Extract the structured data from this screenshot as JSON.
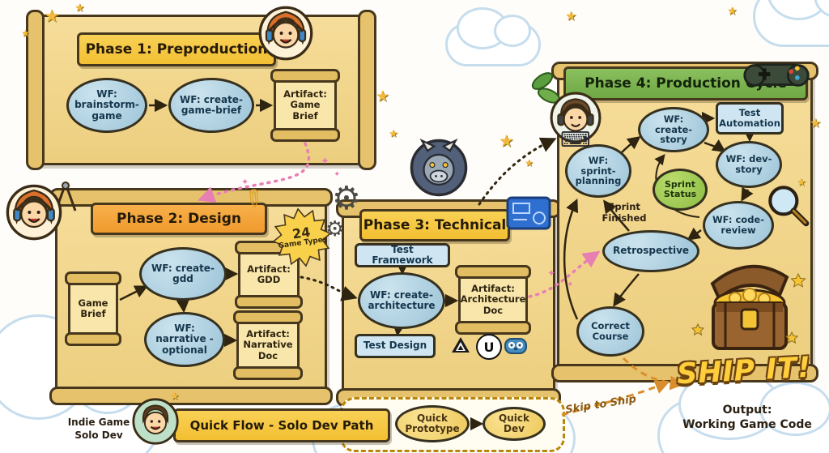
{
  "icons": {
    "star": "★",
    "sparkle": "✦",
    "gear": "⚙",
    "pencil": "✏",
    "keyboard": "⌨",
    "unreal_logo_letter": "U"
  },
  "colors": {
    "parchment": "#f0d189",
    "banner_yellow": "#f6c844",
    "banner_orange": "#f5a43b",
    "banner_green": "#7cb350",
    "node_blue": "#aed3e3",
    "node_green": "#9ccb57",
    "arrow_pink": "#e87fb4",
    "arrow_orange": "#d98e2b",
    "outline": "#46371d"
  },
  "phases": {
    "phase1": {
      "title": "Phase 1: Preproduction",
      "nodes": {
        "brainstorm": "WF: brainstorm-game",
        "create_brief": "WF: create-game-brief",
        "artifact_brief": "Artifact: Game Brief"
      }
    },
    "phase2": {
      "title": "Phase 2: Design",
      "badge_number": "24",
      "badge_label": "Game Types",
      "nodes": {
        "game_brief": "Game Brief",
        "create_gdd": "WF: create-gdd",
        "narrative": "WF: narrative - optional",
        "artifact_gdd": "Artifact: GDD",
        "artifact_narrative": "Artifact: Narrative Doc"
      }
    },
    "phase3": {
      "title": "Phase 3: Technical",
      "nodes": {
        "test_framework": "Test Framework",
        "create_architecture": "WF: create-architecture",
        "artifact_architecture": "Artifact: Architecture Doc",
        "test_design": "Test Design"
      }
    },
    "phase4": {
      "title": "Phase 4: Production Cycle",
      "nodes": {
        "sprint_planning": "WF: sprint-planning",
        "create_story": "WF: create-story",
        "test_automation": "Test Automation",
        "dev_story": "WF: dev-story",
        "sprint_status": "Sprint Status",
        "code_review": "WF: code-review",
        "retrospective": "Retrospective",
        "correct_course": "Correct Course"
      },
      "labels": {
        "sprint_finished": "Sprint Finished"
      }
    }
  },
  "ship": {
    "headline": "SHIP IT!",
    "output_line1": "Output:",
    "output_line2": "Working Game Code"
  },
  "quick_flow": {
    "solo_dev_line1": "Indie Game",
    "solo_dev_line2": "Solo Dev",
    "banner": "Quick Flow - Solo Dev Path",
    "quick_prototype": "Quick Prototype",
    "quick_dev": "Quick Dev",
    "skip_to_ship": "Skip to Ship"
  }
}
